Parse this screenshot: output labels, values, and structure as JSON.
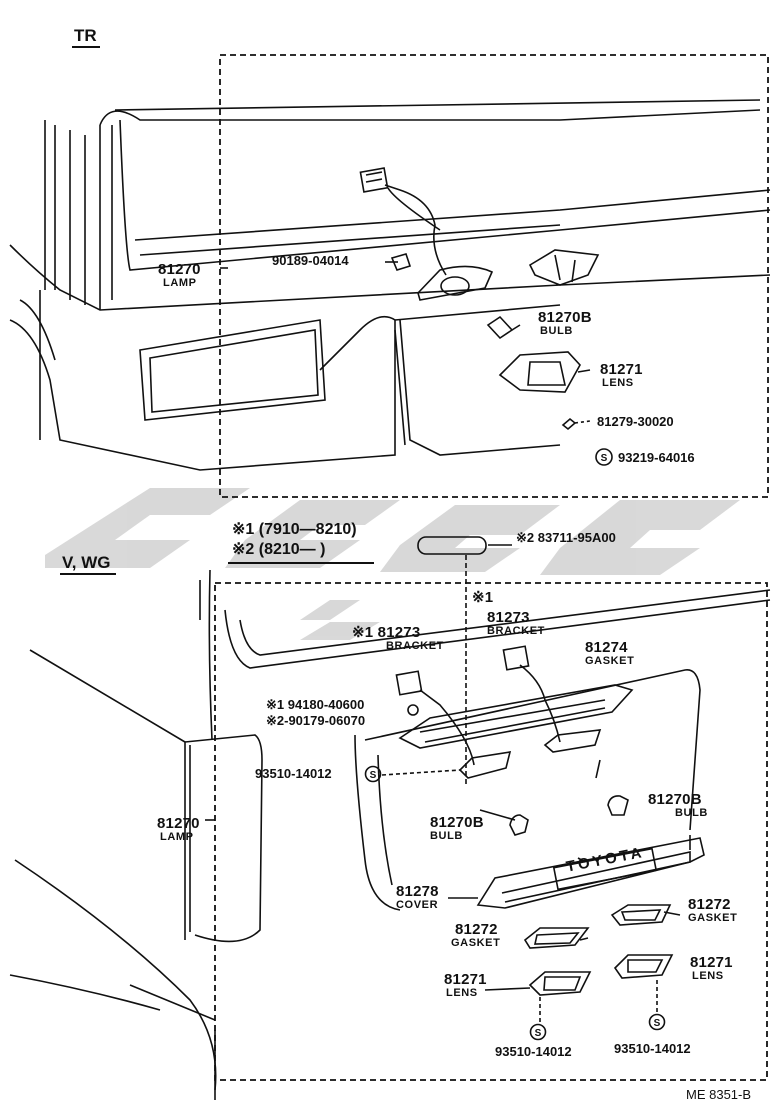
{
  "sections": {
    "tr": "TR",
    "vwg": "V, WG"
  },
  "notes": {
    "note1": "※1 (7910—8210)",
    "note2": "※2 (8210—        )"
  },
  "tr_parts": {
    "lamp_num": "81270",
    "lamp_name": "LAMP",
    "screw_num": "90189-04014",
    "bulb_num": "81270B",
    "bulb_name": "BULB",
    "lens_num": "81271",
    "lens_name": "LENS",
    "clip_num": "81279-30020",
    "screw2_num": "93219-64016",
    "screw2_mark": "S"
  },
  "vwg_parts": {
    "tube_num": "※2 83711-95A00",
    "bracket_r_mark": "※1",
    "bracket_r_num": "81273",
    "bracket_r_name": "BRACKET",
    "bracket_l_num": "※1 81273",
    "bracket_l_name": "BRACKET",
    "gasket_top_num": "81274",
    "gasket_top_name": "GASKET",
    "nut1_num": "※1 94180-40600",
    "nut2_num": "※2-90179-06070",
    "screw_num": "93510-14012",
    "lamp_num": "81270",
    "lamp_name": "LAMP",
    "bulb_l_num": "81270B",
    "bulb_l_name": "BULB",
    "bulb_r_num": "81270B",
    "bulb_r_name": "BULB",
    "cover_num": "81278",
    "cover_name": "COVER",
    "cover_text": "TOYOTA",
    "gasket_r_num": "81272",
    "gasket_r_name": "GASKET",
    "gasket_l_num": "81272",
    "gasket_l_name": "GASKET",
    "lens_l_num": "81271",
    "lens_l_name": "LENS",
    "lens_r_num": "81271",
    "lens_r_name": "LENS",
    "screw_l_num": "93510-14012",
    "screw_r_num": "93510-14012",
    "s_mark": "S"
  },
  "footer": "ME  8351-B",
  "colors": {
    "ink": "#111111",
    "watermark": "#cfcfcf"
  }
}
